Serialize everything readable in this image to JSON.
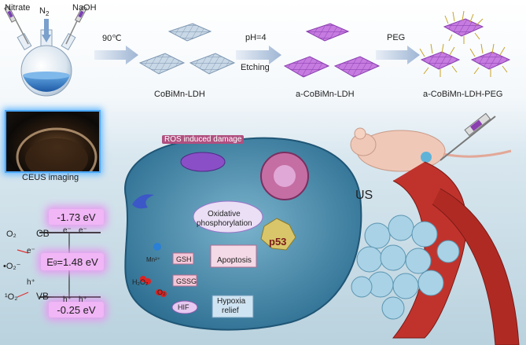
{
  "reagents": {
    "nitrate": "Nitrate",
    "n2": "N",
    "n2_sub": "2",
    "naoh": "NaOH"
  },
  "steps": {
    "temp": "90℃",
    "ph": "pH=4",
    "etching": "Etching",
    "peg": "PEG"
  },
  "products": {
    "ldh": "CoBiMn-LDH",
    "a_ldh": "a-CoBiMn-LDH",
    "a_ldh_peg": "a-CoBiMn-LDH-PEG"
  },
  "ceus": {
    "label": "CEUS imaging"
  },
  "us": {
    "label": "US"
  },
  "bands": {
    "cb_energy": "-1.73 eV",
    "vb_energy": "-0.25 eV",
    "eg_prefix": "E",
    "eg_sub": "g",
    "eg_value": "=1.48 eV",
    "cb": "CB",
    "vb": "VB",
    "e_minus": "e⁻",
    "h_plus": "h⁺",
    "o2": "O₂",
    "o2_radical": "•O₂⁻",
    "singlet_o2": "¹O₂"
  },
  "cell": {
    "ros": "ROS induced damage",
    "oxphos_1": "Oxidative",
    "oxphos_2": "phosphorylation",
    "p53": "p53",
    "apoptosis": "Apoptosis",
    "mn": "Mn²⁺",
    "gsh": "GSH",
    "gssg": "GSSG",
    "h2o2": "H₂O₂",
    "o2": "O₂",
    "hif": "HIF",
    "hypoxia_1": "Hypoxia",
    "hypoxia_2": "relief"
  },
  "colors": {
    "accent": "#9e6bd6",
    "glow": "#e59bf0",
    "arrow": "#8aa7c7",
    "cell": "#4d8fb0",
    "vessel": "#c0332c"
  }
}
